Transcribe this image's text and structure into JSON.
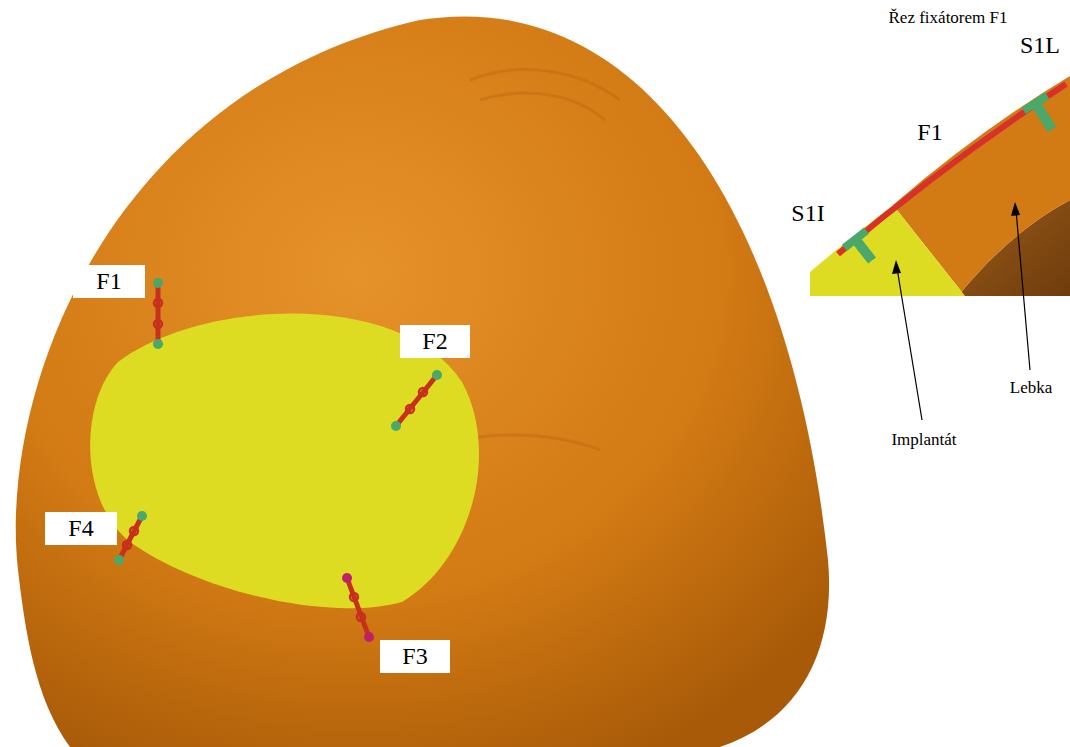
{
  "diagram": {
    "nodes": [
      {
        "text": [
          "F1"
        ]
      },
      {
        "text": [
          "F2"
        ]
      },
      {
        "text": [
          "F4"
        ]
      },
      {
        "text": [
          "F3"
        ]
      }
    ],
    "labels": [
      "Řez fixátorem F1",
      "S1L",
      "F1",
      "S1I",
      "Lebka",
      "Implantát"
    ]
  }
}
